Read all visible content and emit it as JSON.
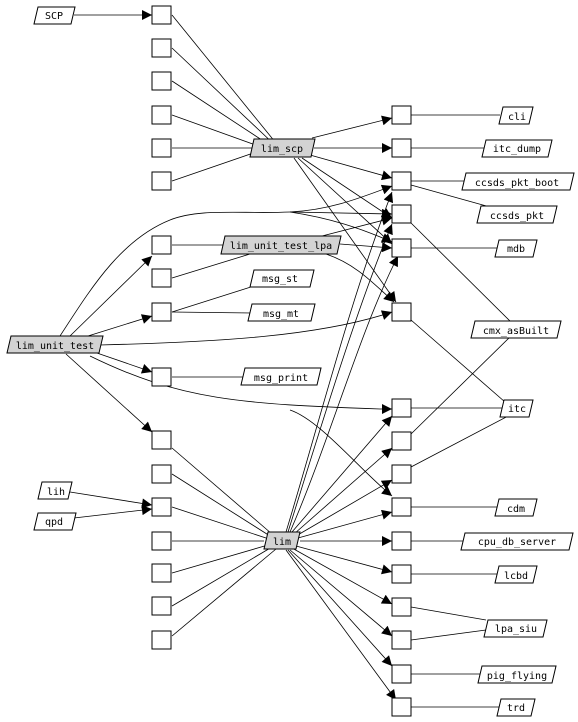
{
  "colors": {
    "background": "#ffffff",
    "line": "#000000",
    "highlighted_node_fill": "#d3d3d3",
    "node_fill": "#ffffff"
  },
  "nodes": [
    {
      "id": "SCP",
      "label": "SCP",
      "highlighted": false
    },
    {
      "id": "lim_scp",
      "label": "lim_scp",
      "highlighted": true
    },
    {
      "id": "lim_unit_test_lpa",
      "label": "lim_unit_test_lpa",
      "highlighted": true
    },
    {
      "id": "lim_unit_test",
      "label": "lim_unit_test",
      "highlighted": true
    },
    {
      "id": "lim",
      "label": "lim",
      "highlighted": true
    },
    {
      "id": "msg_st",
      "label": "msg_st",
      "highlighted": false
    },
    {
      "id": "msg_mt",
      "label": "msg_mt",
      "highlighted": false
    },
    {
      "id": "msg_print",
      "label": "msg_print",
      "highlighted": false
    },
    {
      "id": "lih",
      "label": "lih",
      "highlighted": false
    },
    {
      "id": "qpd",
      "label": "qpd",
      "highlighted": false
    },
    {
      "id": "cli",
      "label": "cli",
      "highlighted": false
    },
    {
      "id": "itc_dump",
      "label": "itc_dump",
      "highlighted": false
    },
    {
      "id": "ccsds_pkt_boot",
      "label": "ccsds_pkt_boot",
      "highlighted": false
    },
    {
      "id": "ccsds_pkt",
      "label": "ccsds_pkt",
      "highlighted": false
    },
    {
      "id": "mdb",
      "label": "mdb",
      "highlighted": false
    },
    {
      "id": "cmx_asBuilt",
      "label": "cmx_asBuilt",
      "highlighted": false
    },
    {
      "id": "itc",
      "label": "itc",
      "highlighted": false
    },
    {
      "id": "cdm",
      "label": "cdm",
      "highlighted": false
    },
    {
      "id": "cpu_db_server",
      "label": "cpu_db_server",
      "highlighted": false
    },
    {
      "id": "lcbd",
      "label": "lcbd",
      "highlighted": false
    },
    {
      "id": "lpa_siu",
      "label": "lpa_siu",
      "highlighted": false
    },
    {
      "id": "pig_flying",
      "label": "pig_flying",
      "highlighted": false
    },
    {
      "id": "trd",
      "label": "trd",
      "highlighted": false
    }
  ]
}
